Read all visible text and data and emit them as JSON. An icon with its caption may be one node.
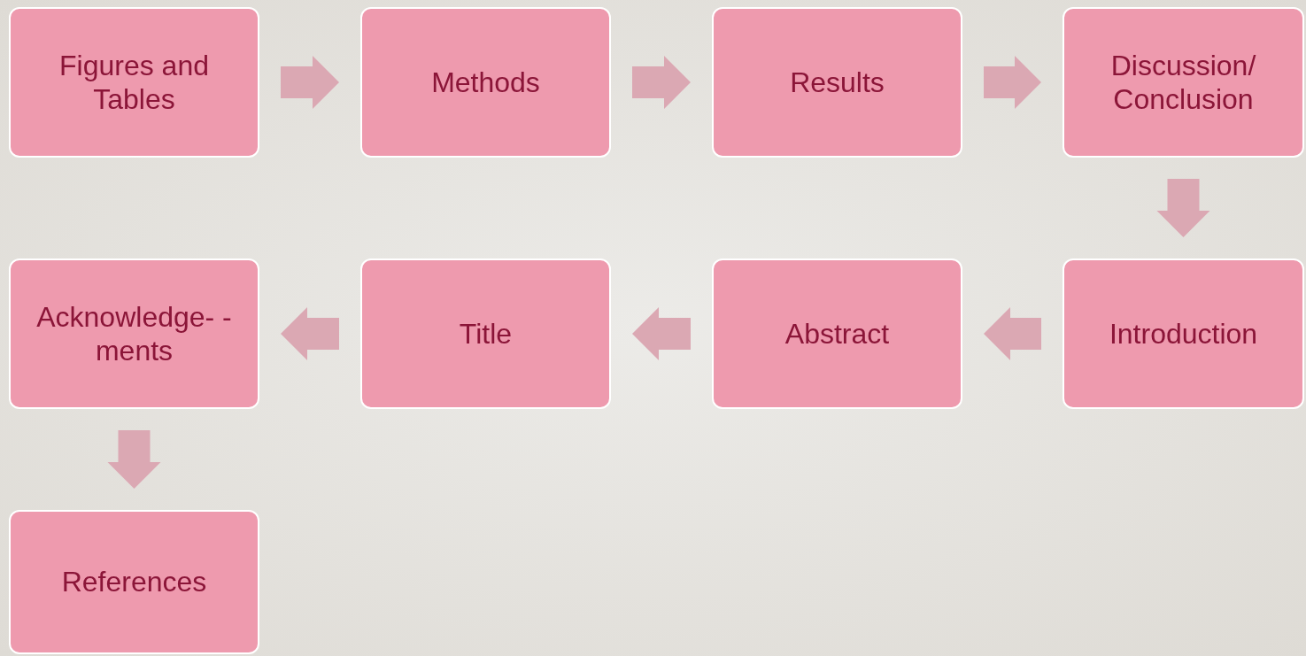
{
  "diagram": {
    "nodes": [
      {
        "text": [
          "Figures and Tables"
        ]
      },
      {
        "text": [
          "Methods"
        ]
      },
      {
        "text": [
          "Results"
        ]
      },
      {
        "text": [
          "Discussion/ Conclusion"
        ]
      },
      {
        "text": [
          "Introduction"
        ]
      },
      {
        "text": [
          "Abstract"
        ]
      },
      {
        "text": [
          "Title"
        ]
      },
      {
        "text": [
          "Acknowledge- -ments"
        ]
      },
      {
        "text": [
          "References"
        ]
      }
    ],
    "edges": [
      {
        "from": 0,
        "to": 1,
        "arrow": "to"
      },
      {
        "from": 1,
        "to": 2,
        "arrow": "to"
      },
      {
        "from": 2,
        "to": 3,
        "arrow": "to"
      },
      {
        "from": 3,
        "to": 4,
        "arrow": "to"
      },
      {
        "from": 4,
        "to": 5,
        "arrow": "to"
      },
      {
        "from": 5,
        "to": 6,
        "arrow": "to"
      },
      {
        "from": 6,
        "to": 7,
        "arrow": "to"
      },
      {
        "from": 7,
        "to": 8,
        "arrow": "to"
      }
    ]
  }
}
